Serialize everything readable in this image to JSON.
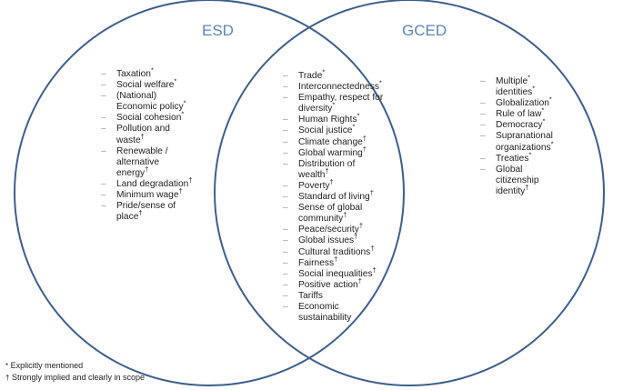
{
  "sets": {
    "left_title": "ESD",
    "right_title": "GCED"
  },
  "esd_only": [
    {
      "text": "Taxation",
      "mark": "*",
      "dash": true
    },
    {
      "text": "Social welfare",
      "mark": "*",
      "dash": true
    },
    {
      "text": "(National)",
      "mark": "",
      "dash": true
    },
    {
      "text": "Economic policy",
      "mark": "*",
      "dash": false
    },
    {
      "text": "Social cohesion",
      "mark": "*",
      "dash": true
    },
    {
      "text": "Pollution and",
      "mark": "",
      "dash": true
    },
    {
      "text": "waste",
      "mark": "†",
      "dash": false
    },
    {
      "text": "Renewable /",
      "mark": "",
      "dash": true
    },
    {
      "text": "alternative",
      "mark": "",
      "dash": false
    },
    {
      "text": "energy",
      "mark": "†",
      "dash": false
    },
    {
      "text": "Land degradation",
      "mark": "†",
      "dash": true
    },
    {
      "text": "Minimum wage",
      "mark": "†",
      "dash": true
    },
    {
      "text": "Pride/sense of",
      "mark": "",
      "dash": true
    },
    {
      "text": "place",
      "mark": "†",
      "dash": false
    }
  ],
  "shared": [
    {
      "text": "Trade",
      "mark": "*",
      "dash": true
    },
    {
      "text": "Interconnectedness",
      "mark": "*",
      "dash": true
    },
    {
      "text": "Empathy, respect for",
      "mark": "",
      "dash": true
    },
    {
      "text": "diversity",
      "mark": "*",
      "dash": false
    },
    {
      "text": "Human Rights",
      "mark": "*",
      "dash": true
    },
    {
      "text": "Social justice",
      "mark": "*",
      "dash": true
    },
    {
      "text": "Climate change",
      "mark": "†",
      "dash": true
    },
    {
      "text": "Global warming",
      "mark": "†",
      "dash": true
    },
    {
      "text": "Distribution of",
      "mark": "",
      "dash": true
    },
    {
      "text": "wealth",
      "mark": "†",
      "dash": false
    },
    {
      "text": "Poverty",
      "mark": "†",
      "dash": true
    },
    {
      "text": "Standard of living",
      "mark": "†",
      "dash": true
    },
    {
      "text": "Sense of global",
      "mark": "",
      "dash": true
    },
    {
      "text": "community",
      "mark": "†",
      "dash": false
    },
    {
      "text": "Peace/security",
      "mark": "†",
      "dash": true
    },
    {
      "text": "Global issues",
      "mark": "†",
      "dash": true
    },
    {
      "text": "Cultural traditions",
      "mark": "†",
      "dash": true
    },
    {
      "text": "Fairness",
      "mark": "†",
      "dash": true
    },
    {
      "text": "Social inequalities",
      "mark": "†",
      "dash": true
    },
    {
      "text": "Positive action",
      "mark": "†",
      "dash": true
    },
    {
      "text": "Tariffs",
      "mark": "",
      "dash": true
    },
    {
      "text": "Economic",
      "mark": "",
      "dash": true
    },
    {
      "text": "sustainability",
      "mark": "",
      "dash": false
    }
  ],
  "gced_only": [
    {
      "text": "Multiple",
      "mark": "*",
      "dash": true
    },
    {
      "text": "identities",
      "mark": "*",
      "dash": false
    },
    {
      "text": "Globalization",
      "mark": "*",
      "dash": true
    },
    {
      "text": "Rule of law",
      "mark": "*",
      "dash": true
    },
    {
      "text": "Democracy",
      "mark": "*",
      "dash": true
    },
    {
      "text": "Supranational",
      "mark": "",
      "dash": true
    },
    {
      "text": "organizations",
      "mark": "*",
      "dash": false
    },
    {
      "text": "Treaties",
      "mark": "*",
      "dash": true
    },
    {
      "text": "Global",
      "mark": "",
      "dash": true
    },
    {
      "text": "citizenship",
      "mark": "",
      "dash": false
    },
    {
      "text": "identity",
      "mark": "†",
      "dash": false
    }
  ],
  "legend": {
    "explicit_symbol": "*",
    "explicit_text": "Explicitly mentioned",
    "implied_symbol": "†",
    "implied_text": "Strongly implied and clearly in scope"
  },
  "colors": {
    "circle_stroke": "#3d5f8e",
    "title_color": "#5a86bf",
    "dash_color": "#999999"
  }
}
